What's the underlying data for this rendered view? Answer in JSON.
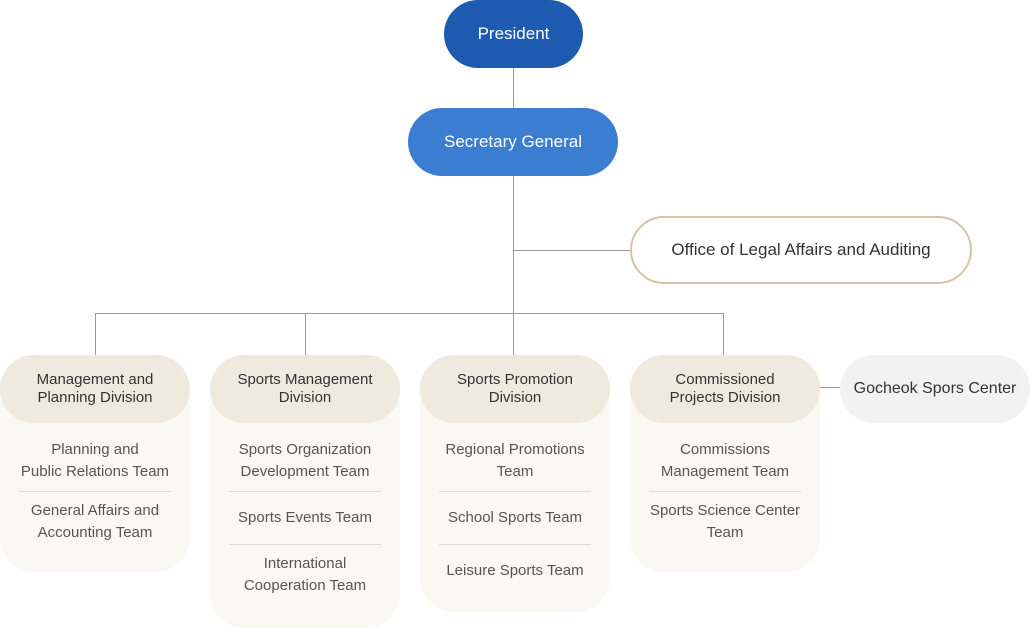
{
  "president": "President",
  "secretary_general": "Secretary General",
  "office": "Office of Legal Affairs and Auditing",
  "gocheok": "Gocheok Spors Center",
  "divisions": [
    {
      "title_line1": "Management and",
      "title_line2": "Planning Division",
      "teams": [
        {
          "line1": "Planning and",
          "line2": "Public Relations Team"
        },
        {
          "line1": "General Affairs and",
          "line2": "Accounting Team"
        }
      ]
    },
    {
      "title_line1": "Sports Management",
      "title_line2": "Division",
      "teams": [
        {
          "line1": "Sports Organization",
          "line2": "Development Team"
        },
        {
          "line1": "Sports Events Team",
          "line2": ""
        },
        {
          "line1": "International",
          "line2": "Cooperation Team"
        }
      ]
    },
    {
      "title_line1": "Sports Promotion",
      "title_line2": "Division",
      "teams": [
        {
          "line1": "Regional Promotions",
          "line2": "Team"
        },
        {
          "line1": "School Sports Team",
          "line2": ""
        },
        {
          "line1": "Leisure Sports Team",
          "line2": ""
        }
      ]
    },
    {
      "title_line1": "Commissioned",
      "title_line2": "Projects Division",
      "teams": [
        {
          "line1": "Commissions",
          "line2": "Management Team"
        },
        {
          "line1": "Sports Science Center",
          "line2": "Team"
        }
      ]
    }
  ]
}
